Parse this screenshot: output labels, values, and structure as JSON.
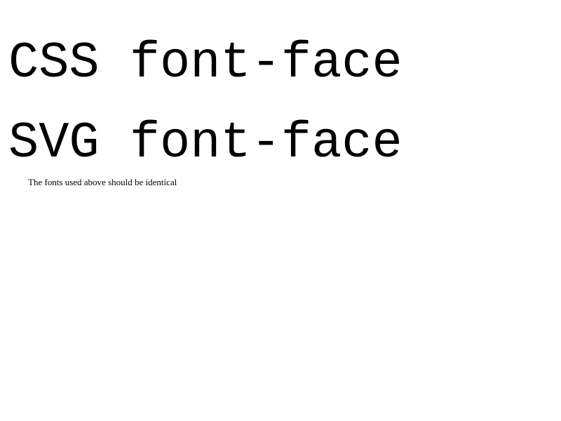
{
  "lines": {
    "css_font_face": "CSS font-face",
    "svg_font_face": "SVG font-face"
  },
  "note": "The fonts used above should be identical",
  "colors": {
    "background": "#ffffff",
    "text": "#000000"
  }
}
